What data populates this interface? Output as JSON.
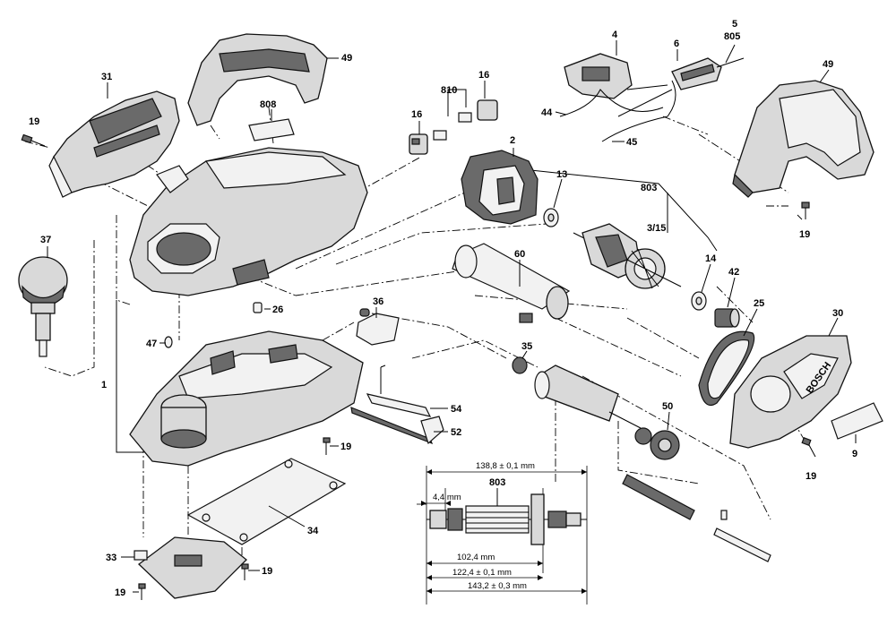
{
  "labels": {
    "l19a": "19",
    "l31": "31",
    "l49a": "49",
    "l808": "808",
    "l37": "37",
    "l26": "26",
    "l47": "47",
    "l1": "1",
    "l36": "36",
    "l54": "54",
    "l52": "52",
    "l19b": "19",
    "l34": "34",
    "l33": "33",
    "l19c": "19",
    "l19d": "19",
    "l810": "810",
    "l16a": "16",
    "l16b": "16",
    "l2": "2",
    "l4": "4",
    "l6": "6",
    "l5": "5",
    "l805": "805",
    "l44": "44",
    "l45": "45",
    "l13": "13",
    "l803": "803",
    "l315": "3/15",
    "l14": "14",
    "l42": "42",
    "l60": "60",
    "l25": "25",
    "l35": "35",
    "l50": "50",
    "l30": "30",
    "l49b": "49",
    "l19e": "19",
    "l19f": "19",
    "l9": "9",
    "l803b": "803"
  },
  "dimensions": {
    "d1": "138,8 ± 0,1 mm",
    "d2": "4,4 mm",
    "d3": "102,4 mm",
    "d4": "122,4 ± 0,1 mm",
    "d5": "143,2 ± 0,3 mm"
  },
  "brand_mark": "BOSCH"
}
